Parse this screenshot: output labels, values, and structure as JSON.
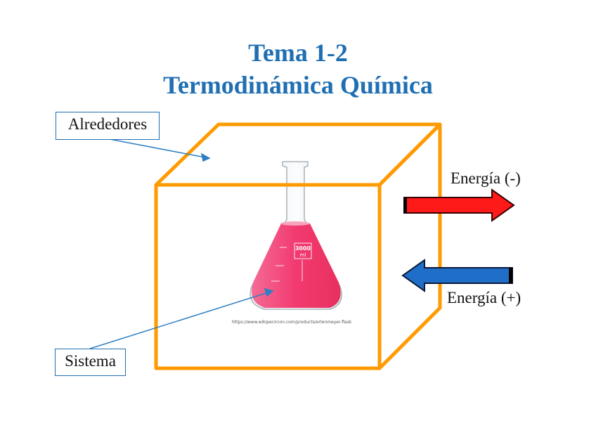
{
  "title": {
    "line1": "Tema 1-2",
    "line2": "Termodinámica Química"
  },
  "labels": {
    "surroundings": "Alrededores",
    "system": "Sistema",
    "energy_out": "Energía (-)",
    "energy_in": "Energía (+)"
  },
  "flask": {
    "volume_label": "3000",
    "unit": "ml"
  },
  "image_credit": "https://www.wikipecircon.com/products/erlenmeyer-flask",
  "colors": {
    "title": "#1f6fb3",
    "box_edge": "#ff9a00",
    "energy_out_arrow": "#ff1a1a",
    "energy_in_arrow": "#1f6fc8",
    "liquid": "#f23a70",
    "leader_line": "#2f7fc2"
  }
}
